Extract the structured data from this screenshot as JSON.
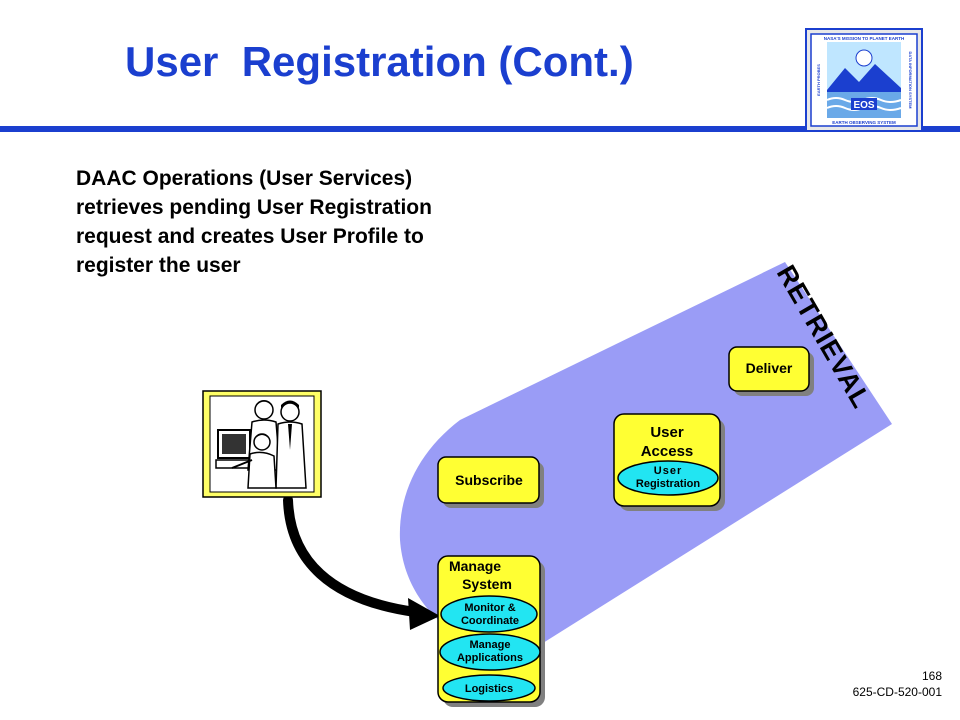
{
  "title": "User  Registration (Cont.)",
  "intro_lines": [
    "DAAC Operations (User Services)",
    "retrieves pending User Registration",
    "request and creates User Profile to",
    "register the user"
  ],
  "retrieval_label": "RETRIEVAL",
  "boxes": {
    "deliver": "Deliver",
    "user_access_line1": "User",
    "user_access_line2": "Access",
    "user_registration_line1": "User",
    "user_registration_line2": "Registration",
    "subscribe": "Subscribe",
    "manage_system_line1": "Manage",
    "manage_system_line2": "System",
    "monitor_line1": "Monitor &",
    "monitor_line2": "Coordinate",
    "manage_apps_line1": "Manage",
    "manage_apps_line2": "Applications",
    "logistics": "Logistics"
  },
  "logo": {
    "top_text": "NASA'S MISSION TO PLANET EARTH",
    "badge": "EOS",
    "bottom_text": "EARTH OBSERVING SYSTEM",
    "left_text": "EARTH PROBES",
    "right_text": "DATA INFORMATION SYSTEM"
  },
  "footer": {
    "page_number": "168",
    "doc_id": "625-CD-520-001"
  },
  "colors": {
    "title_blue": "#1b3fcf",
    "band": "#9a9cf6",
    "box_fill": "#ffff33",
    "pill_fill": "#22e5f2"
  }
}
